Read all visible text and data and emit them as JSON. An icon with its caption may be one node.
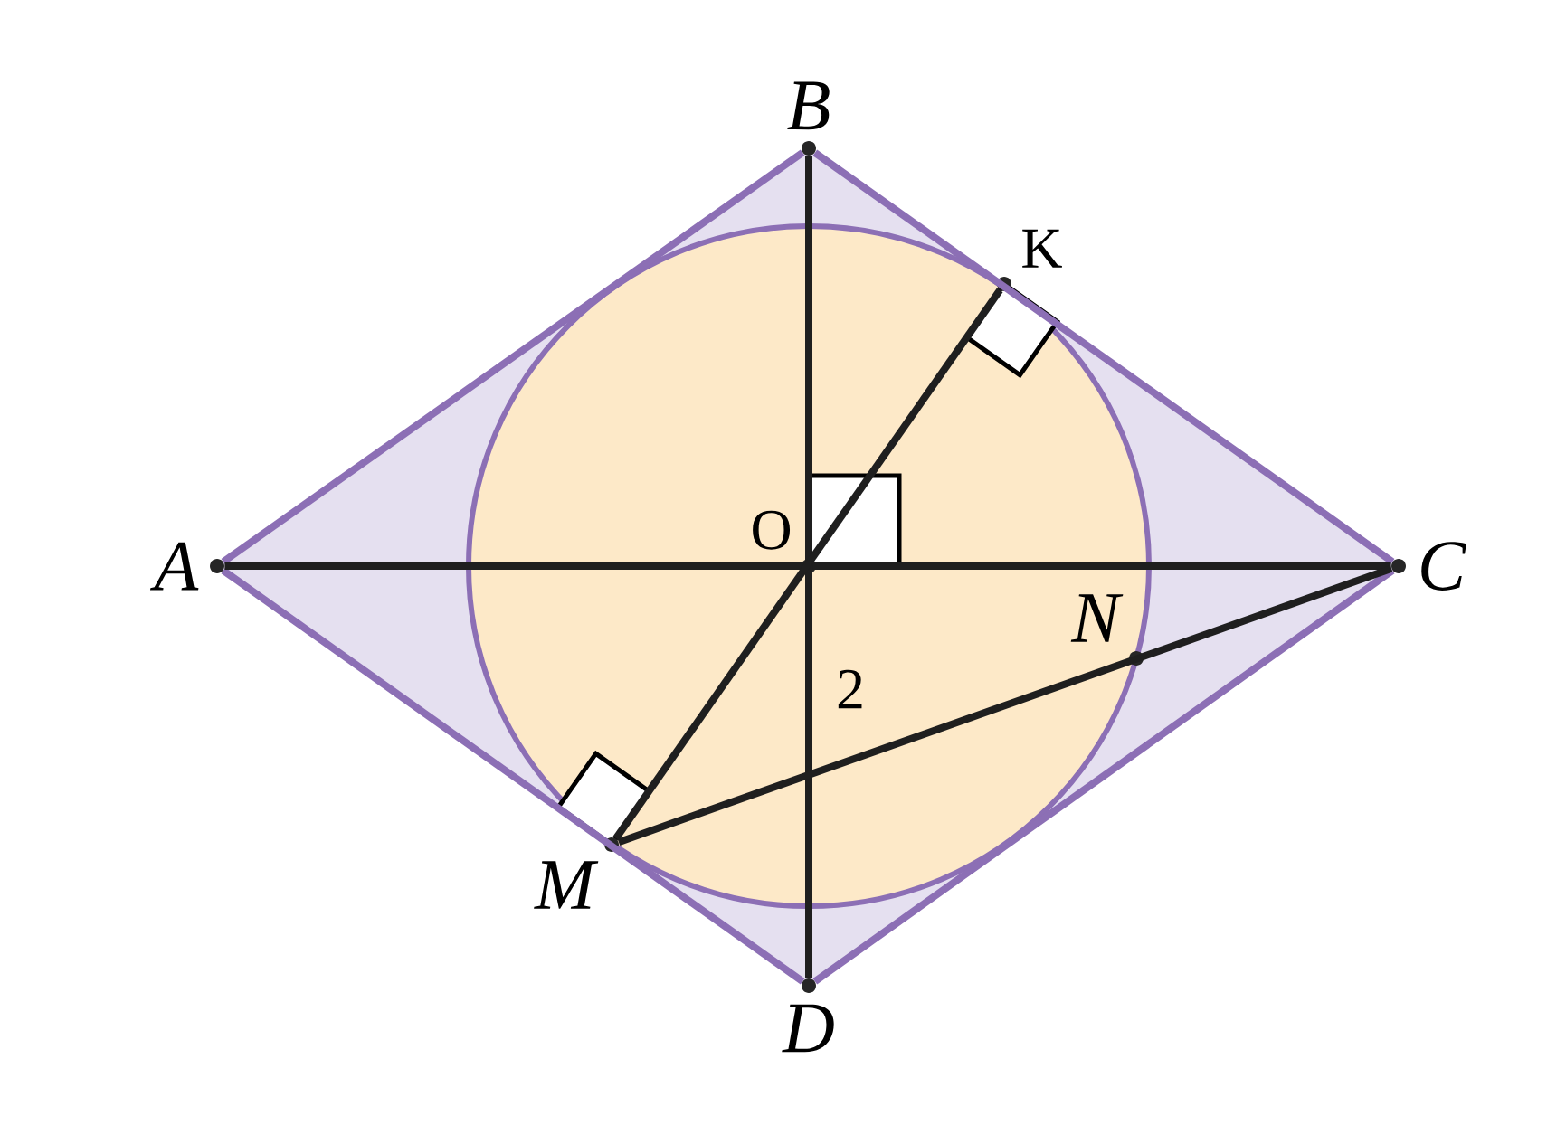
{
  "diagram": {
    "nodes": [
      {
        "text": [
          "A"
        ]
      },
      {
        "text": [
          "B"
        ]
      },
      {
        "text": [
          "C"
        ]
      },
      {
        "text": [
          "D"
        ]
      },
      {
        "text": [
          "O"
        ]
      },
      {
        "text": [
          "K"
        ]
      },
      {
        "text": [
          "M"
        ]
      },
      {
        "text": [
          "N"
        ]
      }
    ],
    "edges": [
      {
        "from": 0,
        "to": 1,
        "arrow": "none",
        "color": "#8c6fb5"
      },
      {
        "from": 1,
        "to": 2,
        "arrow": "none",
        "color": "#8c6fb5"
      },
      {
        "from": 2,
        "to": 3,
        "arrow": "none",
        "color": "#8c6fb5"
      },
      {
        "from": 3,
        "to": 0,
        "arrow": "none",
        "color": "#8c6fb5"
      },
      {
        "from": 0,
        "to": 2,
        "arrow": "none",
        "color": "#1f1f1f"
      },
      {
        "from": 1,
        "to": 3,
        "arrow": "none",
        "color": "#1f1f1f"
      },
      {
        "from": 5,
        "to": 6,
        "arrow": "none",
        "color": "#1f1f1f"
      },
      {
        "from": 6,
        "to": 2,
        "arrow": "none",
        "color": "#1f1f1f"
      }
    ],
    "labels": [
      "2"
    ]
  }
}
